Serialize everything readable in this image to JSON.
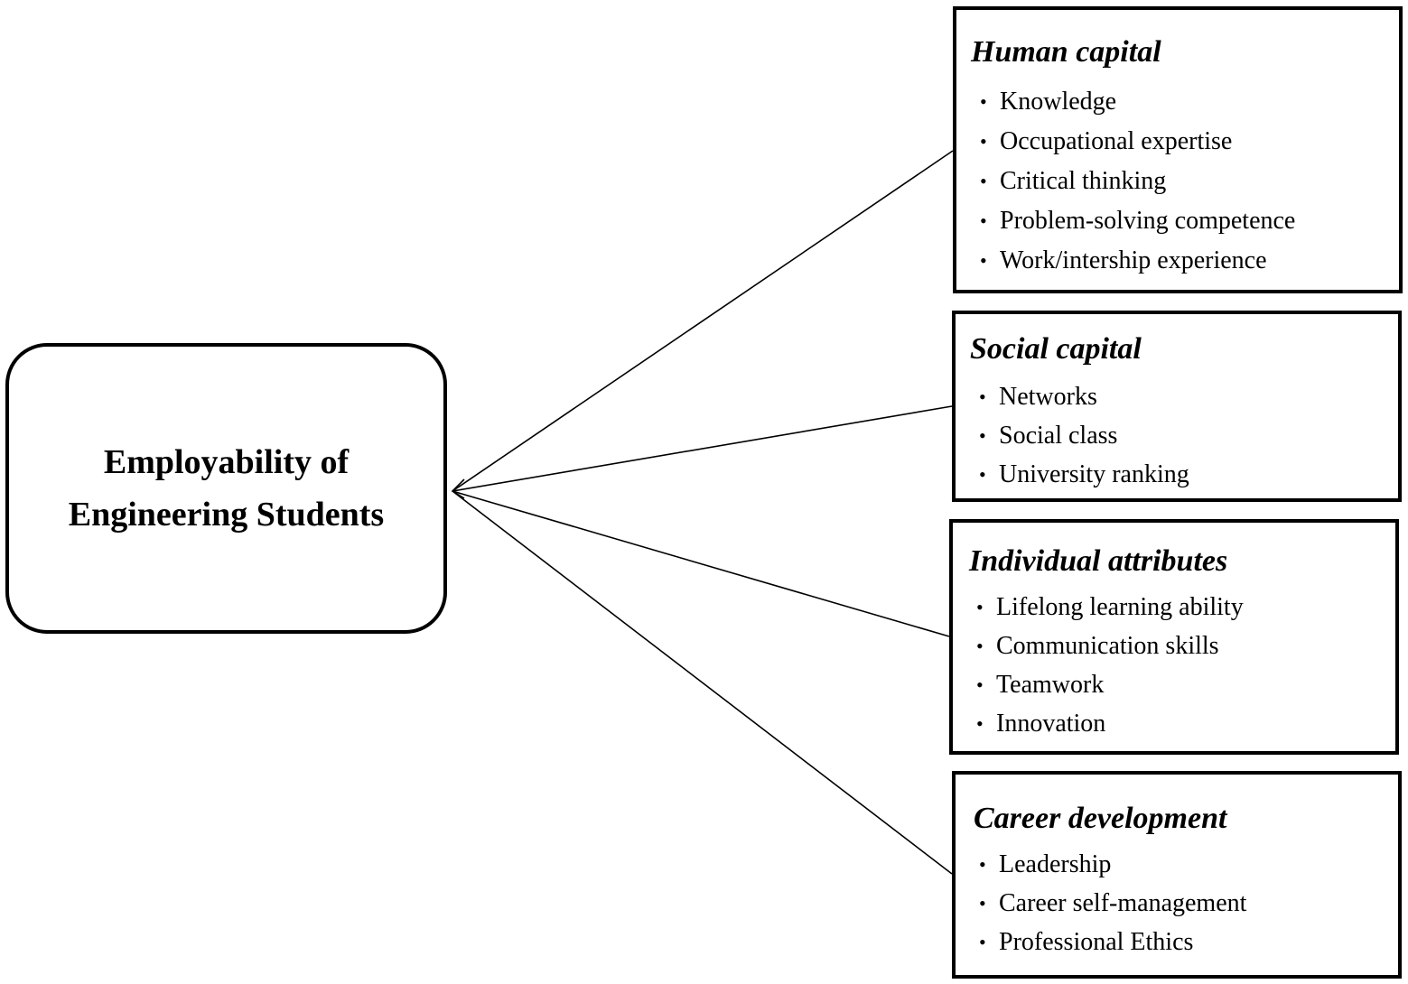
{
  "diagram": {
    "center": {
      "title": "Employability of\nEngineering Students"
    },
    "factors": [
      {
        "id": "human",
        "title": "Human capital",
        "items": [
          "Knowledge",
          "Occupational expertise",
          "Critical thinking",
          "Problem-solving competence",
          "Work/intership experience"
        ]
      },
      {
        "id": "social",
        "title": "Social capital",
        "items": [
          "Networks",
          "Social class",
          "University ranking"
        ]
      },
      {
        "id": "individual",
        "title": "Individual attributes",
        "items": [
          "Lifelong learning ability",
          "Communication skills",
          "Teamwork",
          "Innovation"
        ]
      },
      {
        "id": "career",
        "title": "Career development",
        "items": [
          "Leadership",
          "Career self-management",
          "Professional Ethics"
        ]
      }
    ],
    "bullet": "•"
  }
}
